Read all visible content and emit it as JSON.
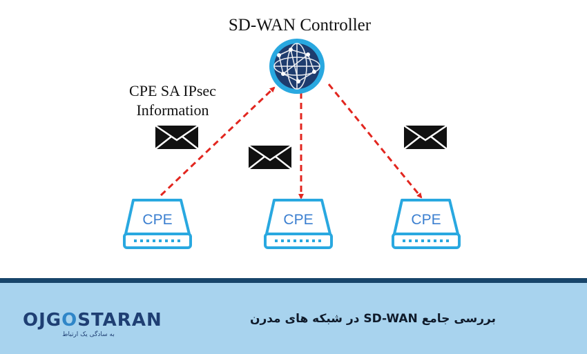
{
  "diagram": {
    "controller_label": "SD-WAN Controller",
    "info_label_line1": "CPE SA IPsec",
    "info_label_line2": "Information",
    "cpe_left": "CPE",
    "cpe_center": "CPE",
    "cpe_right": "CPE",
    "icons": [
      "globe-network-icon",
      "envelope-icon",
      "router-device-icon"
    ]
  },
  "footer": {
    "logo_prefix": "OJG",
    "logo_o": "O",
    "logo_suffix": "STARAN",
    "logo_tagline": "به سادگی یک ارتباط",
    "title": "بررسی جامع SD-WAN در شبکه های مدرن"
  },
  "colors": {
    "arrow": "#e2261f",
    "device_stroke": "#29a8e0",
    "device_text": "#3b7fd0",
    "globe_fill": "#1e3c6e",
    "globe_ring": "#29a8e0",
    "divider": "#17456a",
    "footer_bg": "#a8d3ee",
    "logo": "#1f3f73"
  }
}
